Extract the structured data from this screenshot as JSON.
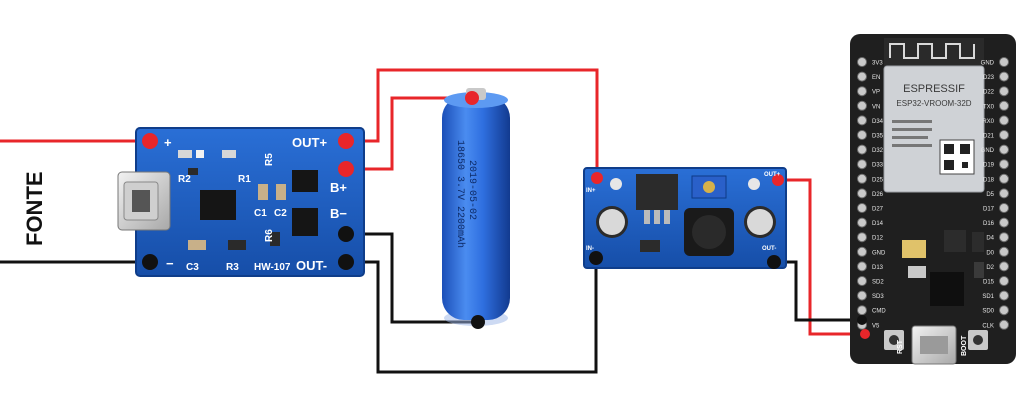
{
  "source_label": "FONTE",
  "charger": {
    "model": "HW-107",
    "plus": "+",
    "minus": "−",
    "out_plus": "OUT+",
    "out_minus": "OUT-",
    "b_plus": "B+",
    "b_minus": "B−",
    "r1": "R1",
    "r2": "R2",
    "r3": "R3",
    "r5": "R5",
    "r6": "R6",
    "c1": "C1",
    "c2": "C2",
    "c3": "C3"
  },
  "battery": {
    "line1": "18650 3.7V 2200mAh",
    "line2": "2019-05-02"
  },
  "converter": {
    "in_plus": "IN+",
    "in_minus": "IN-",
    "out_plus": "OUT+",
    "out_minus": "OUT-"
  },
  "esp32": {
    "brand": "ESPRESSIF",
    "module": "ESP32-VROOM-32D",
    "rst": "RST",
    "boot": "BOOT",
    "left_pins": [
      "3V3",
      "EN",
      "VP",
      "VN",
      "D34",
      "D35",
      "D32",
      "D33",
      "D25",
      "D26",
      "D27",
      "D14",
      "D12",
      "GND",
      "D13",
      "SD2",
      "SD3",
      "CMD",
      "V5"
    ],
    "right_pins": [
      "GND",
      "D23",
      "D22",
      "TX0",
      "RX0",
      "D21",
      "GND",
      "D19",
      "D18",
      "D5",
      "D17",
      "D16",
      "D4",
      "D0",
      "D2",
      "D15",
      "SD1",
      "SD0",
      "CLK"
    ]
  },
  "colors": {
    "positive_wire": "#e8262a",
    "negative_wire": "#111111",
    "board_blue": "#1c5fc4",
    "esp_board": "#1f1f1f"
  }
}
